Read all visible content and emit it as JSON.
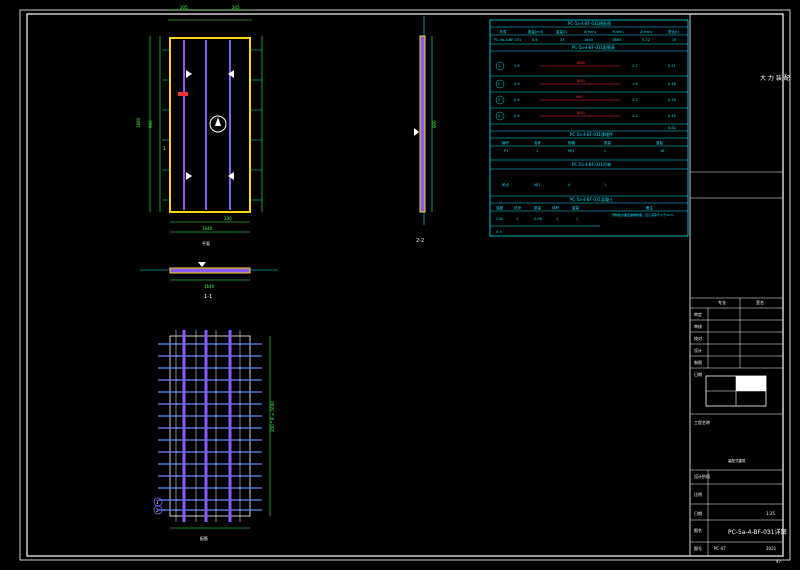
{
  "colors": {
    "background": "#000000",
    "frame": "#ffffff",
    "table_cyan": "#00e5ff",
    "dimension_green": "#3cff3c",
    "slab_yellow": "#ffd400",
    "rebar_purple": "#8a5cff",
    "annotation_red": "#ff3030"
  },
  "drawing": {
    "plan_dims_top": [
      "205",
      "205"
    ],
    "plan_dims_side": [
      "1680",
      "960"
    ],
    "plan_dims_bottom": [
      "1640",
      "200"
    ],
    "section_1_1_label": "1-1",
    "section_1_1_dim": "1640",
    "section_2_2_label": "2-2",
    "section_2_2_dim": "660",
    "rebar_dim": "200 * 8 = 1600",
    "rebar_bubbles": [
      "1",
      "2"
    ],
    "sheet_number": "47"
  },
  "tables": {
    "t1_title": "PC-5a-4-BF-031模板图",
    "t1_headers": [
      "构件",
      "数量(m3)",
      "重量(t)",
      "X(mm)",
      "Y(mm)",
      "Z(mm)",
      "叠合(t)"
    ],
    "t1_row": [
      "PC-5a-4-BF-031",
      "0.6",
      "23",
      "1640",
      "1680",
      "0.22",
      "15"
    ],
    "t2_title": "PC-5a-4-BF-031配筋表",
    "t2_rows": [
      [
        "1",
        "4 8",
        "1680",
        "2.1",
        "0.51"
      ],
      [
        "2",
        "4 8",
        "1640",
        "1.9",
        "0.46"
      ],
      [
        "3",
        "8 8",
        "960",
        "2.5",
        "0.38"
      ],
      [
        "4",
        "8 8",
        "1640",
        "2.2",
        "0.42"
      ]
    ],
    "t2_total": "0.84",
    "t3_title": "PC-5a-4-BF-031预埋件",
    "t3_headers": [
      "编号",
      "名称",
      "规格",
      "数量",
      "重量"
    ],
    "t3_row": [
      "P1",
      "1",
      "MJ1",
      "2",
      "16"
    ],
    "t4_title": "PC-5a-4-BF-031吊装",
    "t4_row": [
      "吊点",
      "MJ1",
      "4",
      "1"
    ],
    "t5_title": "PC-5a-4-BF-031混凝土",
    "t5_headers": [
      "强度",
      "抗渗",
      "数量",
      "体积",
      "重量",
      "备注"
    ],
    "t5_row": [
      "C30",
      "1",
      "0.06",
      "1",
      "1"
    ],
    "t5_row2": "0.4",
    "notes": "预制板表面应做粗糙面，凹凸深度不小于4mm"
  },
  "titleblock": {
    "company": "大 力 装 配",
    "items_header": [
      "专业",
      "签名"
    ],
    "rows": [
      "审定",
      "审核",
      "校对",
      "设计",
      "制图",
      "日期"
    ],
    "project_label": "工程名称",
    "project_name": "装配式建筑",
    "drawing_label": "图名",
    "drawing_name": "PC-5a-4-BF-031详图",
    "stage_label": "设计阶段",
    "scale_label": "比例",
    "scale_value": "1:25",
    "number_label": "图号",
    "number_value": "PC-47",
    "date_label": "日期",
    "date_value": "2021"
  }
}
